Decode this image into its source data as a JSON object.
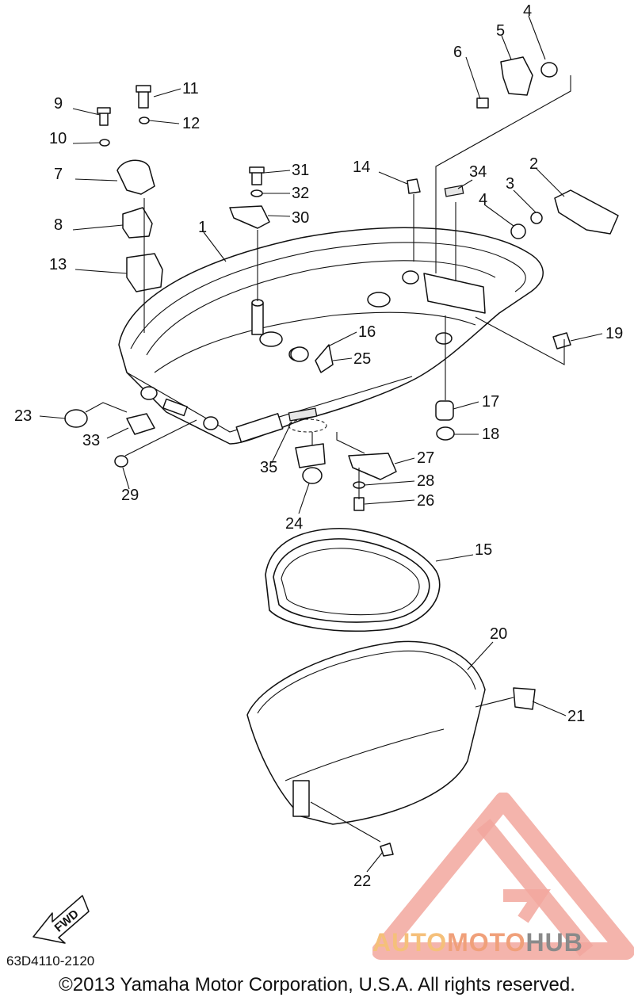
{
  "diagram": {
    "part_labels": [
      "1",
      "2",
      "3",
      "4",
      "4",
      "5",
      "6",
      "7",
      "8",
      "9",
      "10",
      "11",
      "12",
      "13",
      "14",
      "15",
      "16",
      "17",
      "18",
      "19",
      "20",
      "21",
      "22",
      "23",
      "24",
      "25",
      "26",
      "27",
      "28",
      "29",
      "30",
      "31",
      "32",
      "33",
      "34",
      "35"
    ],
    "fwd_label": "FWD",
    "drawing_code": "63D4110-2120",
    "copyright": "©2013 Yamaha Motor Corporation, U.S.A. All rights reserved.",
    "watermark": {
      "brand": "AUTOMOTOHUB",
      "brand_parts": [
        "AUTO",
        "MOTO",
        "HUB"
      ],
      "colors": {
        "triangle": "#f2a79e",
        "auto": "#f5c07a",
        "moto": "#f0a07a",
        "hub": "#8a8a8a"
      }
    }
  }
}
